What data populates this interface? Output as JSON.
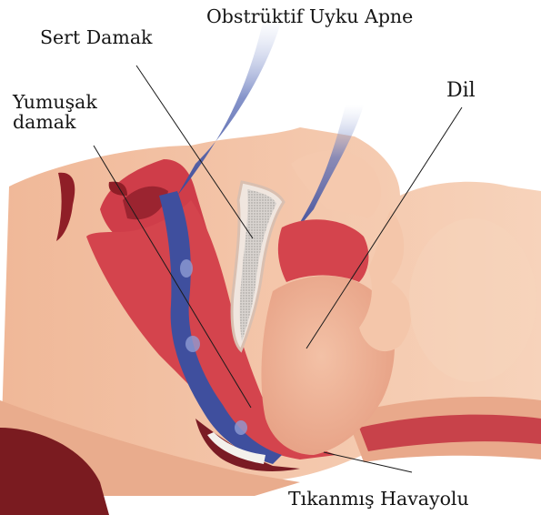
{
  "labels": {
    "title": "Obstrüktif Uyku Apne",
    "hard_palate": "Sert Damak",
    "soft_palate": "Yumuşak damak",
    "tongue": "Dil",
    "blocked_airway": "Tıkanmış Havayolu"
  },
  "colors": {
    "skin": "#f3c4a4",
    "skin_shadow": "#e2a287",
    "tissue_red": "#cf3f4a",
    "tissue_dark": "#8f1e27",
    "tongue": "#f0b79c",
    "airflow": "#3f4f9e",
    "bone": "#e9e2dc",
    "background": "#ffffff"
  }
}
